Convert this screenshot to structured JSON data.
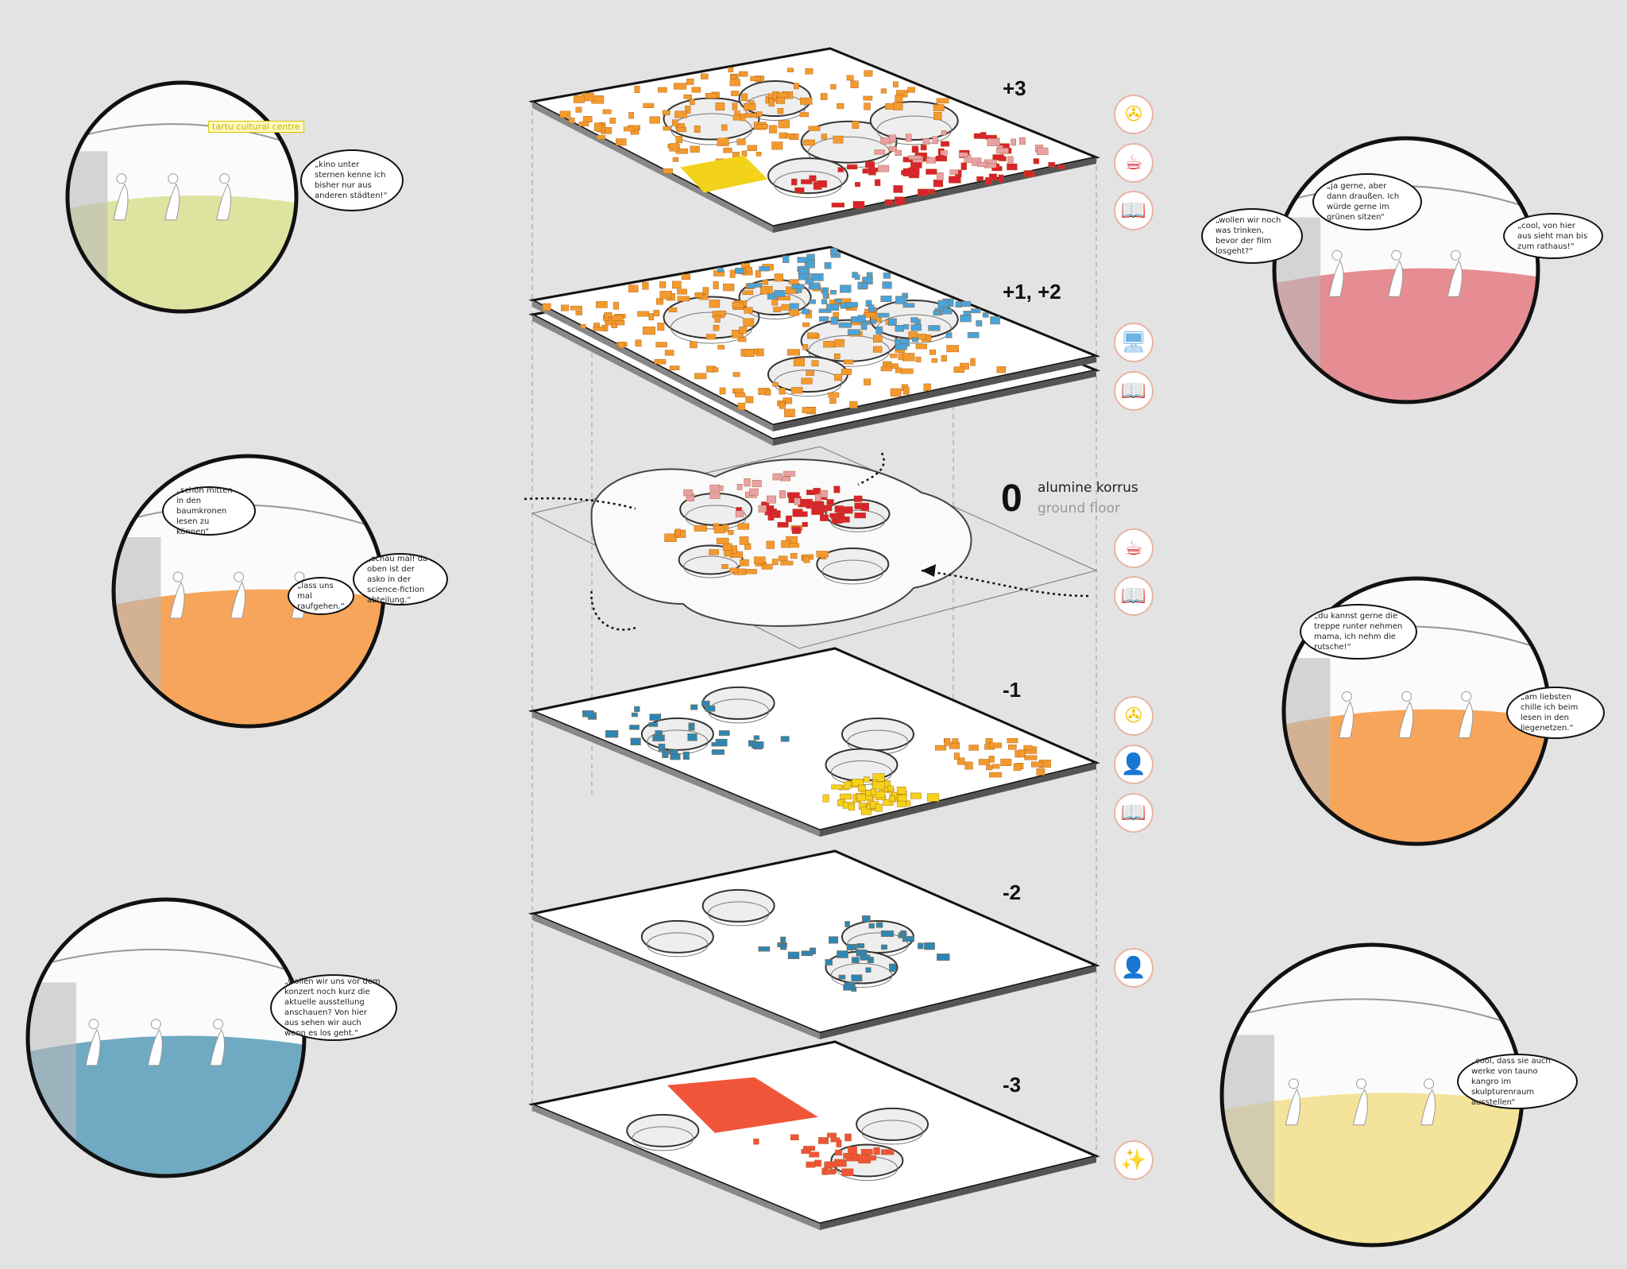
{
  "floors": [
    {
      "id": "plus3",
      "label": "+3",
      "icons": [
        "cinema-icon",
        "cafe-icon",
        "book-icon"
      ]
    },
    {
      "id": "plus12",
      "label": "+1, +2",
      "icons": [
        "monitor-icon",
        "book-icon"
      ]
    },
    {
      "id": "zero",
      "label": "0",
      "name": "alumine korrus",
      "sub": "ground floor",
      "icons": [
        "cafe-icon",
        "book-icon"
      ]
    },
    {
      "id": "minus1",
      "label": "-1",
      "icons": [
        "cinema-icon",
        "museum-bust-icon",
        "book-icon"
      ]
    },
    {
      "id": "minus2",
      "label": "-2",
      "icons": [
        "museum-bust-icon"
      ]
    },
    {
      "id": "minus3",
      "label": "-3",
      "icons": [
        "concert-icon"
      ]
    }
  ],
  "icon_glyphs": {
    "cinema-icon": "✇",
    "cafe-icon": "☕",
    "book-icon": "📖",
    "monitor-icon": "🖥",
    "museum-bust-icon": "👤",
    "concert-icon": "✨"
  },
  "icon_colors": {
    "cinema-icon": "#f2c200",
    "cafe-icon": "#d9232e",
    "book-icon": "#f39a2e",
    "monitor-icon": "#6fb3e0",
    "museum-bust-icon": "#2f86b3",
    "concert-icon": "#e8452c"
  },
  "colors": {
    "orange": "#f39a2e",
    "blue": "#4aa3d9",
    "red": "#d9232e",
    "yellow": "#f3d21b",
    "teal": "#2f86b3",
    "coral": "#f0553a",
    "pink": "#e8a0a6"
  },
  "banner": "tartu cultural centre",
  "bubbles": [
    "„kino unter sternen kenne ich bisher nur aus anderen städten!“",
    "„wollen wir noch was trinken, bevor der film losgeht?“",
    "„ja gerne, aber dann draußen. Ich würde gerne im grünen sitzen“",
    "„cool, von hier aus sieht man bis zum rathaus!“",
    "„schön mitten in den baumkronen lesen zu können“",
    "„lass uns mal raufgehen.“",
    "„schau mal! da oben ist der asko in der science-fiction abteilung.“",
    "„du kannst gerne die treppe runter nehmen mama, ich nehm die rutsche!“",
    "„am liebsten chille ich beim lesen in den liegenetzen.“",
    "„wollen wir uns vor dem konzert noch kurz die aktuelle ausstellung anschauen? Von hier aus sehen wir auch wenn es los geht.“",
    "„cool, dass sie auch werke von tauno kangro im skulpturenraum ausstellen“"
  ]
}
